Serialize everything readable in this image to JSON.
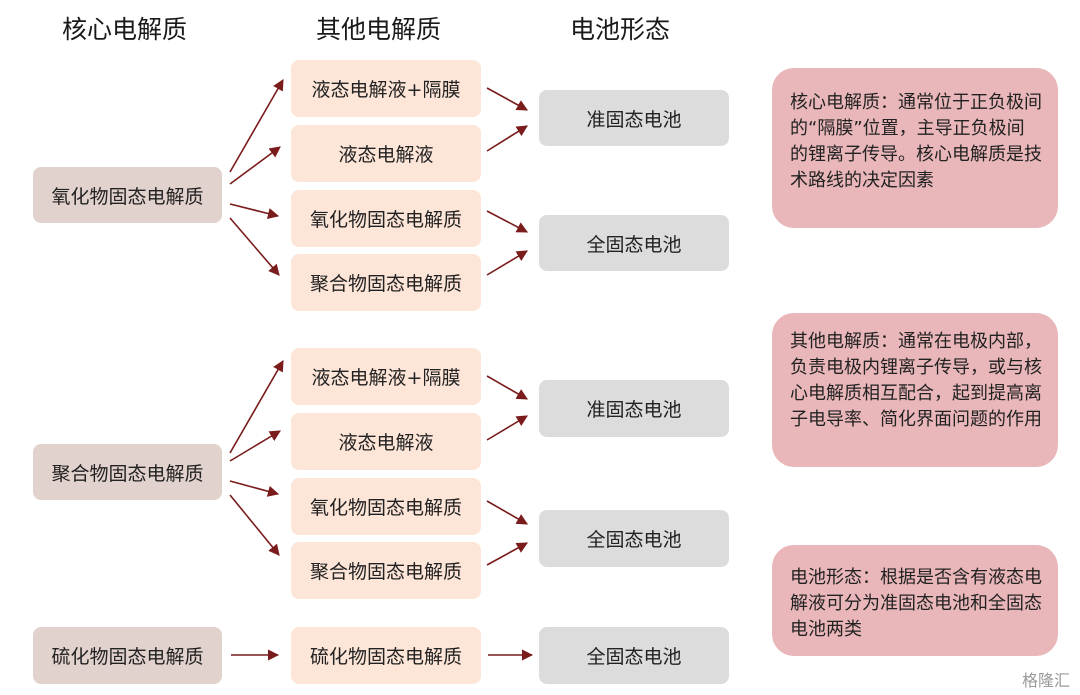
{
  "headers": {
    "core": "核心电解质",
    "other": "其他电解质",
    "form": "电池形态"
  },
  "groups": [
    {
      "core": "氧化物固态电解质",
      "others": [
        "液态电解液+隔膜",
        "液态电解液",
        "氧化物固态电解质",
        "聚合物固态电解质"
      ],
      "forms": [
        "准固态电池",
        "全固态电池"
      ]
    },
    {
      "core": "聚合物固态电解质",
      "others": [
        "液态电解液+隔膜",
        "液态电解液",
        "氧化物固态电解质",
        "聚合物固态电解质"
      ],
      "forms": [
        "准固态电池",
        "全固态电池"
      ]
    },
    {
      "core": "硫化物固态电解质",
      "others": [
        "硫化物固态电解质"
      ],
      "forms": [
        "全固态电池"
      ]
    }
  ],
  "notes": [
    "核心电解质：通常位于正负极间的“隔膜”位置，主导正负极间的锂离子传导。核心电解质是技术路线的决定因素",
    "其他电解质：通常在电极内部，负责电极内锂离子传导，或与核心电解质相互配合，起到提高离子电导率、简化界面问题的作用",
    "电池形态：根据是否含有液态电解液可分为准固态电池和全固态电池两类"
  ],
  "watermark": "格隆汇",
  "colors": {
    "arrow": "#7a1c1c",
    "core_box": "#e2d2cd",
    "other_box": "#fde6d8",
    "form_box": "#dcdcdc",
    "note_box": "#e9b7b9"
  }
}
